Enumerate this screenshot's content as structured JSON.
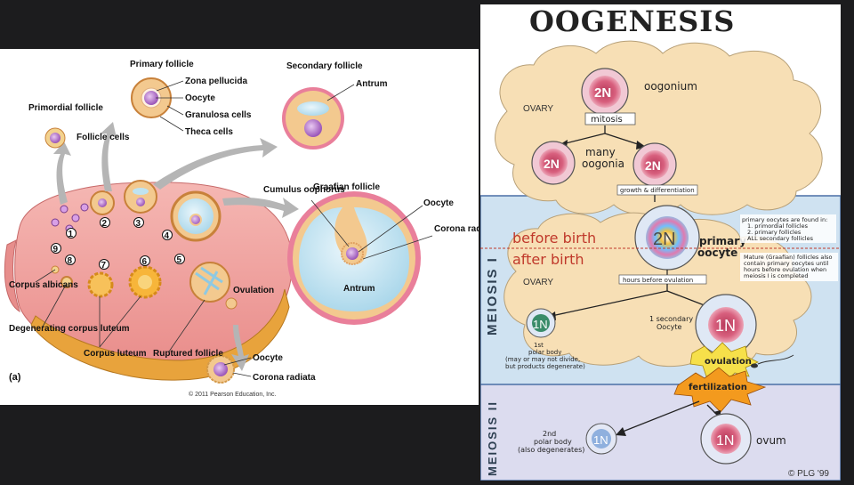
{
  "left": {
    "labels": {
      "primary_follicle": "Primary follicle",
      "primordial_follicle": "Primordial follicle",
      "follicle_cells": "Follicle cells",
      "zona_pellucida": "Zona pellucida",
      "oocyte": "Oocyte",
      "granulosa_cells": "Granulosa cells",
      "theca_cells": "Theca cells",
      "secondary_follicle": "Secondary follicle",
      "antrum": "Antrum",
      "cumulus_oophorus": "Cumulus oophorus",
      "graafian_follicle": "Graafian follicle",
      "oocyte_graafian": "Oocyte",
      "corona_radiata": "Corona radiata",
      "antrum_graafian": "Antrum",
      "ovulation": "Ovulation",
      "corpus_albicans": "Corpus albicans",
      "degenerating_corpus_luteum": "Degenerating corpus luteum",
      "corpus_luteum": "Corpus luteum",
      "ruptured_follicle": "Ruptured follicle",
      "oocyte_released": "Oocyte",
      "corona_radiata_released": "Corona radiata",
      "panel_letter": "(a)",
      "copyright": "© 2011 Pearson Education, Inc."
    },
    "stage_numbers": [
      "1",
      "2",
      "3",
      "4",
      "5",
      "6",
      "7",
      "8",
      "9"
    ]
  },
  "right": {
    "title": "OOGENESIS",
    "ovary_top": "OVARY",
    "ovary_bottom": "OVARY",
    "oogonium_cell": "2N",
    "oogonium": "oogonium",
    "mitosis": "mitosis",
    "many_oogonia_line1": "many",
    "many_oogonia_line2": "oogonia",
    "oogonia_cell_a": "2N",
    "oogonia_cell_b": "2N",
    "growth": "growth & differentiation",
    "primary_cell": "2N",
    "primary_oocyte_line1": "primary",
    "primary_oocyte_line2": "oocyte",
    "before_birth": "before birth",
    "after_birth": "after birth",
    "note1": [
      "primary oocytes are found in:",
      "1. primordial follicles",
      "2. primary follicles",
      "ALL secondary follicles"
    ],
    "note2": [
      "Mature (Graafian) follicles also",
      "contain primary oocytes until",
      "hours before ovulation when",
      "meiosis I is completed"
    ],
    "hours_before_ovulation": "hours before ovulation",
    "meiosis1": "MEIOSIS I",
    "meiosis2": "MEIOSIS II",
    "polar1_cell": "1N",
    "polar1": [
      "1st",
      "polar body",
      "(may or may not divide,",
      "but products degenerate)"
    ],
    "secondary_cell": "1N",
    "secondary_oocyte": [
      "1 secondary",
      "Oocyte"
    ],
    "ovulation": "ovulation",
    "fertilization": "fertilization",
    "polar2_cell": "1N",
    "polar2": [
      "2nd",
      "polar body",
      "(also degenerates)"
    ],
    "ovum_cell": "1N",
    "ovum": "ovum",
    "copyright": "© PLG '99"
  }
}
